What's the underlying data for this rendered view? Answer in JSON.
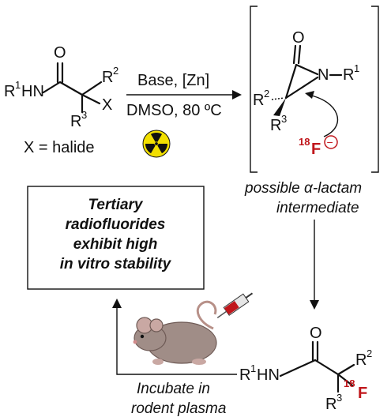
{
  "reactant": {
    "carbonyl_o": "O",
    "amine": "R",
    "amine_sup": "1",
    "amine_tail": "HN",
    "r2": "R",
    "r2_sup": "2",
    "leaving": "X",
    "r3": "R",
    "r3_sup": "3",
    "x_note": "X = halide"
  },
  "conditions": {
    "reagents": "Base, [Zn]",
    "solvent": "DMSO, 80 ºC",
    "radiation_icon": "radioactive-trefoil-icon"
  },
  "intermediate": {
    "o": "O",
    "n": "N",
    "r1": "R",
    "r1_sup": "1",
    "r2": "R",
    "r2_sup": "2",
    "r3": "R",
    "r3_sup": "3",
    "fluoride_mass": "18",
    "fluoride": "F",
    "charge": "−",
    "caption_line1": "possible α-lactam",
    "caption_line2": "intermediate"
  },
  "product": {
    "o": "O",
    "amine": "R",
    "amine_sup": "1",
    "amine_tail": "HN",
    "r2": "R",
    "r2_sup": "2",
    "r3": "R",
    "r3_sup": "3",
    "f_mass": "18",
    "f": "F"
  },
  "box": {
    "line1": "Tertiary",
    "line2": "radiofluorides",
    "line3": "exhibit high",
    "line4": "in vitro stability"
  },
  "incubate": {
    "line1": "Incubate in",
    "line2": "rodent plasma",
    "icon": "mouse-with-syringe-icon"
  },
  "colors": {
    "accent_red": "#c0161b",
    "radiation_yellow": "#f2df00",
    "mouse_body": "#a08d87"
  }
}
